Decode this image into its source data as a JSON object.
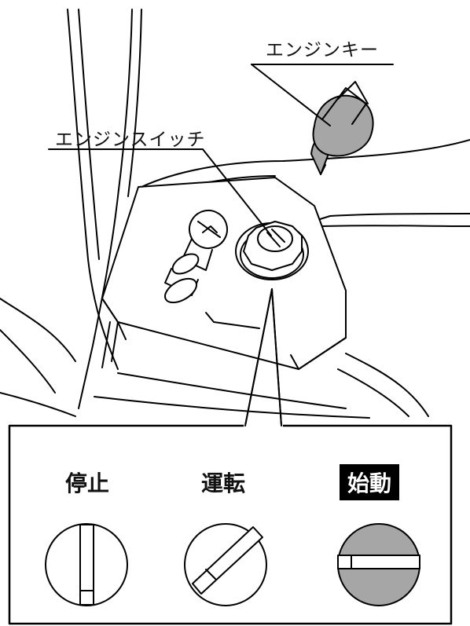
{
  "callouts": {
    "engine_key": "エンジンキー",
    "engine_switch": "エンジンスイッチ"
  },
  "positions": [
    {
      "label": "停止",
      "highlighted": false,
      "fill": "#ffffff"
    },
    {
      "label": "運転",
      "highlighted": false,
      "fill": "#ffffff"
    },
    {
      "label": "始動",
      "highlighted": true,
      "fill": "#a6a6a6"
    }
  ],
  "colors": {
    "line": "#000000",
    "key_fill": "#a6a6a6",
    "highlight_bg": "#000000",
    "highlight_text": "#ffffff"
  }
}
